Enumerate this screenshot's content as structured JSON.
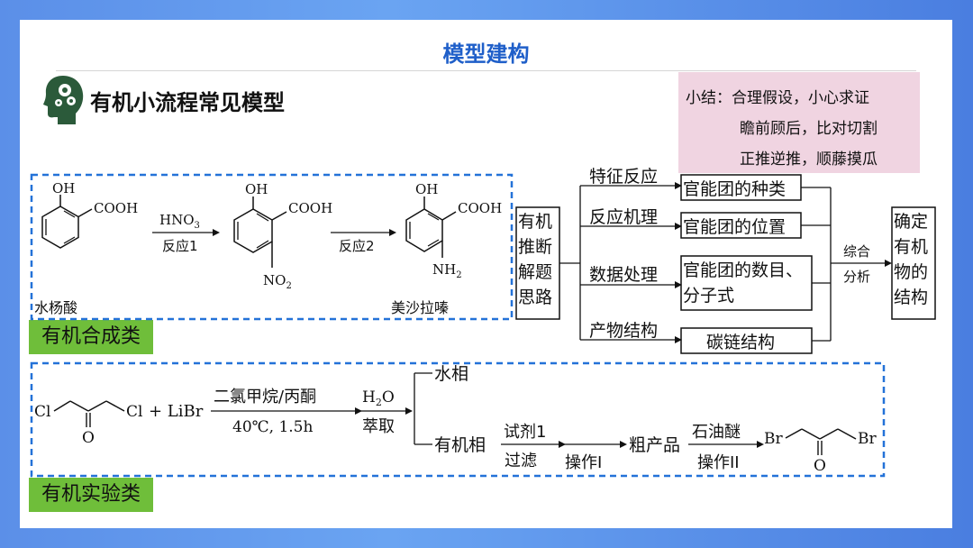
{
  "title": "模型建构",
  "heading": "有机小流程常见模型",
  "summary": {
    "line1": "小结：合理假设，小心求证",
    "line2": "瞻前顾后，比对切割",
    "line3": "正推逆推，顺藤摸瓜"
  },
  "synthesis": {
    "tag": "有机合成类",
    "salicylic_label": "水杨酸",
    "mesalazine_label": "美沙拉嗪",
    "step1_reagent": "HNO",
    "step1_sub": "3",
    "step1_name": "反应1",
    "step2_name": "反应2",
    "oh": "OH",
    "cooh": "COOH",
    "no2": "NO",
    "no2_sub": "2",
    "nh2": "NH",
    "nh2_sub": "2"
  },
  "flow": {
    "center": [
      "有机",
      "推断",
      "解题",
      "思路"
    ],
    "branches": [
      {
        "left": "特征反应",
        "right": "官能团的种类"
      },
      {
        "left": "反应机理",
        "right": "官能团的位置"
      },
      {
        "left": "数据处理",
        "right_lines": [
          "官能团的数目、",
          "分子式"
        ]
      },
      {
        "left": "产物结构",
        "right": "碳链结构"
      }
    ],
    "merge": [
      "综合",
      "分析"
    ],
    "result": [
      "确定",
      "有机",
      "物的",
      "结构"
    ]
  },
  "experiment": {
    "tag": "有机实验类",
    "cl": "Cl",
    "o": "O",
    "plus_libr": "+ LiBr",
    "step1_top": "二氯甲烷/丙酮",
    "step1_bottom": "40℃, 1.5h",
    "water_top": "H",
    "water_sub": "2",
    "water_o": "O",
    "extract": "萃取",
    "aqueous": "水相",
    "organic": "有机相",
    "reagent1": "试剂1",
    "filter": "过滤",
    "op1": "操作I",
    "crude": "粗产品",
    "petroleum": "石油醚",
    "op2": "操作II",
    "br": "Br"
  }
}
